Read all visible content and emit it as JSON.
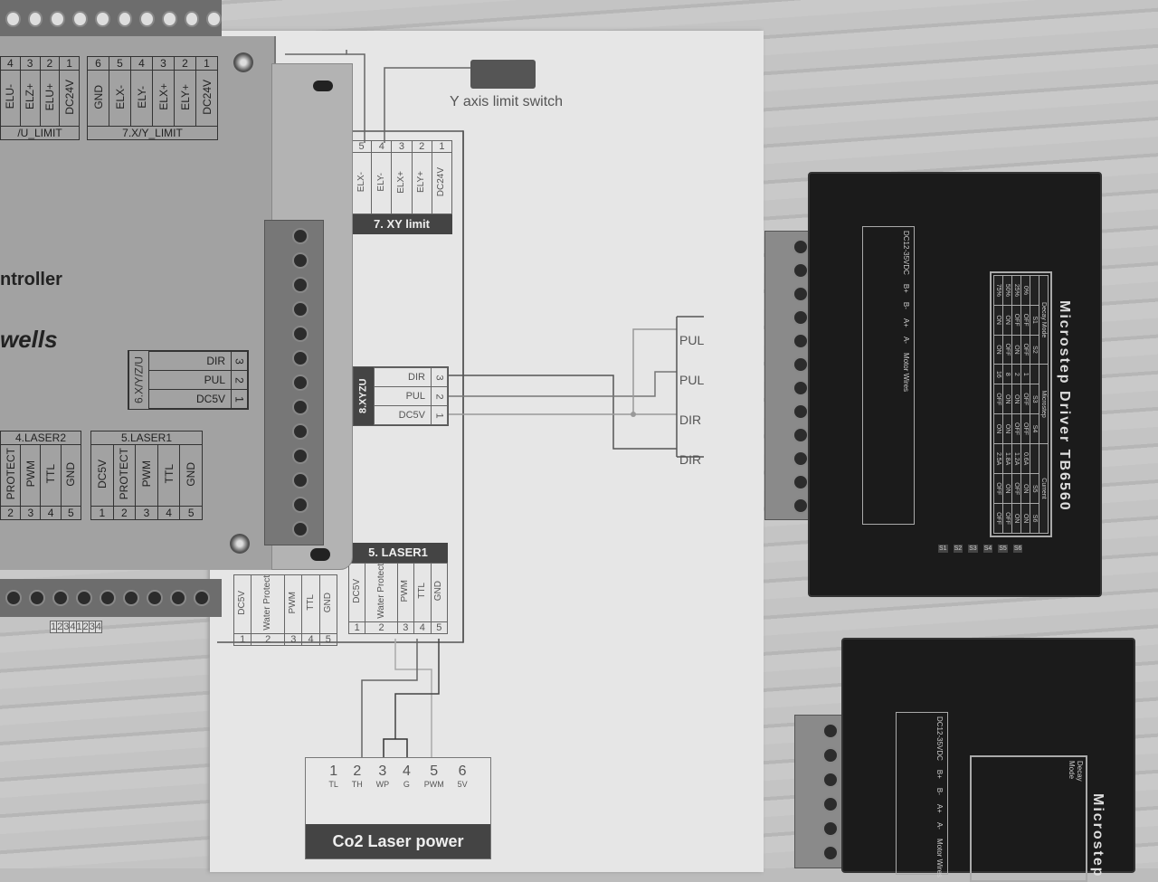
{
  "controller": {
    "model_fragment": "ntroller",
    "brand_fragment": "wells",
    "zu_limit": {
      "pins": [
        "4",
        "3",
        "2",
        "1"
      ],
      "signals": [
        "ELU-",
        "ELZ+",
        "ELU+",
        "DC24V"
      ],
      "label": "/U_LIMIT"
    },
    "xy_limit": {
      "pins": [
        "6",
        "5",
        "4",
        "3",
        "2",
        "1"
      ],
      "signals": [
        "GND",
        "ELX-",
        "ELY-",
        "ELX+",
        "ELY+",
        "DC24V"
      ],
      "label": "7.X/Y_LIMIT"
    },
    "axis": {
      "label": "6.X/Y/Z/U",
      "rows": [
        {
          "sig": "DIR",
          "pin": "3"
        },
        {
          "sig": "PUL",
          "pin": "2"
        },
        {
          "sig": "DC5V",
          "pin": "1"
        }
      ]
    },
    "laser2": {
      "label": "4.LASER2",
      "signals": [
        "PROTECT",
        "PWM",
        "TTL",
        "GND"
      ],
      "pins": [
        "2",
        "3",
        "4",
        "5"
      ]
    },
    "laser1": {
      "label": "5.LASER1",
      "signals": [
        "DC5V",
        "PROTECT",
        "PWM",
        "TTL",
        "GND"
      ],
      "pins": [
        "1",
        "2",
        "3",
        "4",
        "5"
      ]
    },
    "bottom_pins": [
      "1",
      "2",
      "3",
      "4",
      "1",
      "2",
      "3",
      "4"
    ]
  },
  "diagram": {
    "switch_label": "Y axis limit switch",
    "xy_limit": {
      "label": "7. XY limit",
      "pins": [
        "5",
        "4",
        "3",
        "2",
        "1"
      ],
      "signals": [
        "ELX-",
        "ELY-",
        "ELX+",
        "ELY+",
        "DC24V"
      ]
    },
    "xyzu": {
      "label": "8.XYZU",
      "rows": [
        {
          "sig": "DIR",
          "pin": "3"
        },
        {
          "sig": "PUL",
          "pin": "2"
        },
        {
          "sig": "DC5V",
          "pin": "1"
        }
      ]
    },
    "driver_terminals": [
      "PUL",
      "PUL",
      "DIR",
      "DIR"
    ],
    "laser_left": {
      "signals": [
        "DC5V",
        "Water Protect",
        "PWM",
        "TTL",
        "GND"
      ],
      "pins": [
        "1",
        "2",
        "3",
        "4",
        "5"
      ]
    },
    "laser1": {
      "label": "5. LASER1",
      "signals": [
        "DC5V",
        "Water Protect",
        "PWM",
        "TTL",
        "GND"
      ],
      "pins": [
        "1",
        "2",
        "3",
        "4",
        "5"
      ]
    },
    "psu": {
      "label": "Co2 Laser power",
      "pins": [
        {
          "n": "1",
          "s": "TL"
        },
        {
          "n": "2",
          "s": "TH"
        },
        {
          "n": "3",
          "s": "WP"
        },
        {
          "n": "4",
          "s": "G"
        },
        {
          "n": "5",
          "s": "PWM"
        },
        {
          "n": "6",
          "s": "5V"
        }
      ]
    }
  },
  "driver": {
    "title": "Microstep Driver TB6560",
    "power": "DC12-35VDC",
    "motor_wires": "Motor Wires",
    "wires": [
      "B+",
      "B-",
      "A+",
      "A-"
    ],
    "headers": [
      "Decay Mode",
      "Microstep",
      "Current"
    ],
    "rows": [
      [
        "",
        "S1",
        "S2",
        "",
        "S3",
        "S4",
        "",
        "S5",
        "S6"
      ],
      [
        "0%",
        "OFF",
        "OFF",
        "1",
        "OFF",
        "OFF",
        "0.6A",
        "ON",
        "ON"
      ],
      [
        "25%",
        "OFF",
        "ON",
        "2",
        "ON",
        "OFF",
        "1.2A",
        "OFF",
        "ON"
      ],
      [
        "50%",
        "ON",
        "OFF",
        "8",
        "ON",
        "ON",
        "1.8A",
        "ON",
        "OFF"
      ],
      [
        "75%",
        "ON",
        "ON",
        "16",
        "OFF",
        "ON",
        "2.5A",
        "OFF",
        "OFF"
      ]
    ],
    "switches": [
      "S1",
      "S2",
      "S3",
      "S4",
      "S5",
      "S6"
    ]
  },
  "driver2": {
    "title": "Microstep",
    "headers": [
      "Decay Mode"
    ],
    "wires": [
      "B+",
      "B-",
      "A+",
      "A-"
    ],
    "power": "DC12-35VDC",
    "motor_wires": "Motor Wires"
  }
}
